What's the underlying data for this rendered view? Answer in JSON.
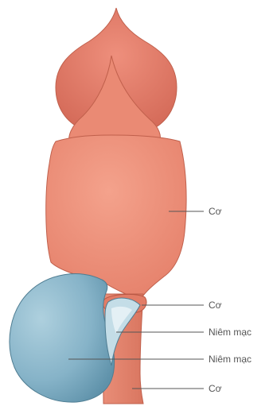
{
  "labels": [
    {
      "id": "muscle-top",
      "text": "Cơ"
    },
    {
      "id": "muscle-mid",
      "text": "Cơ"
    },
    {
      "id": "mucosa-1",
      "text": "Niêm mạc"
    },
    {
      "id": "mucosa-2",
      "text": "Niêm mạc"
    },
    {
      "id": "muscle-bottom",
      "text": "Cơ"
    }
  ],
  "colors": {
    "muscle_fill": "#ef8f78",
    "muscle_dark": "#d9725c",
    "muscle_outline": "#c0604c",
    "mucosa_fill": "#8fb8cc",
    "mucosa_light": "#bcd7e3",
    "mucosa_outline": "#4f7d92",
    "leader_line": "#555555"
  }
}
